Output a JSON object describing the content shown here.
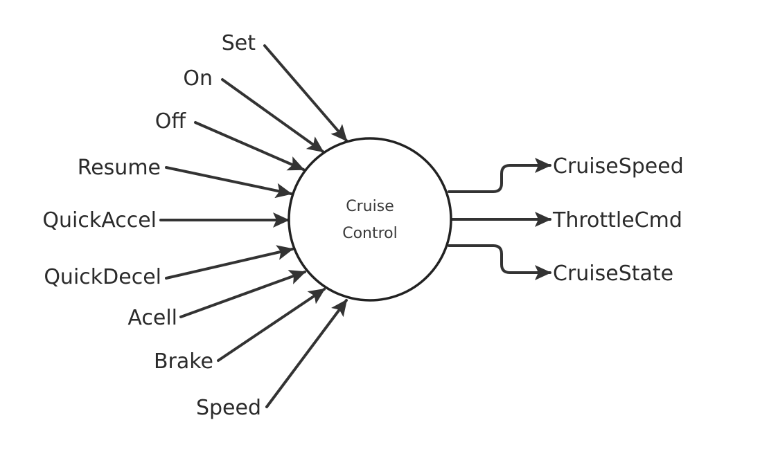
{
  "process": {
    "line1": "Cruise",
    "line2": "Control"
  },
  "inputs": [
    "Set",
    "On",
    "Off",
    "Resume",
    "QuickAccel",
    "QuickDecel",
    "Acell",
    "Brake",
    "Speed"
  ],
  "outputs": [
    "CruiseSpeed",
    "ThrottleCmd",
    "CruiseState"
  ]
}
